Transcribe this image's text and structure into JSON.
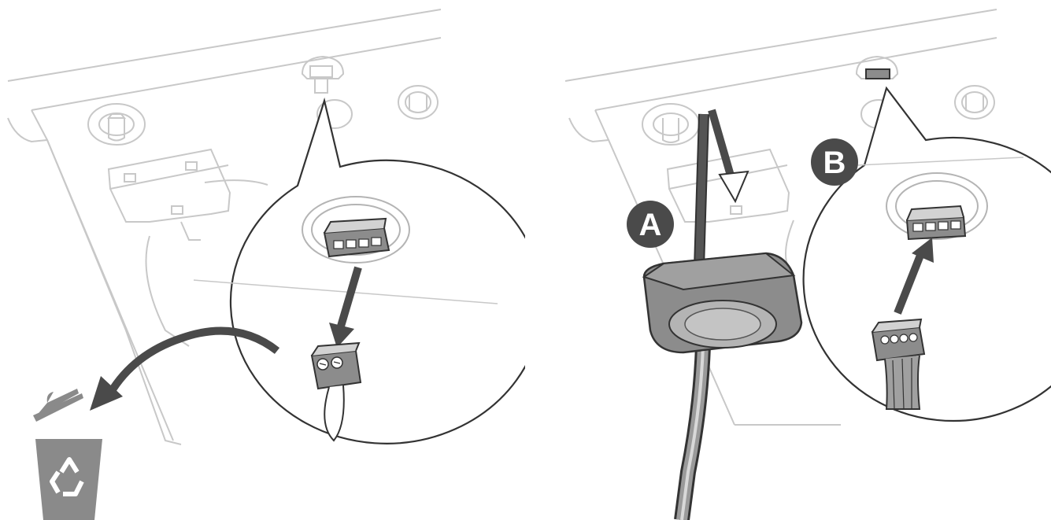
{
  "steps": [
    {
      "id": "remove-old-plug",
      "callouts": []
    },
    {
      "id": "install-sensor",
      "callouts": [
        {
          "id": "A",
          "label": "A"
        },
        {
          "id": "B",
          "label": "B"
        }
      ]
    }
  ],
  "colors": {
    "line_light": "#c8c8c8",
    "line_dark": "#333333",
    "part_grey": "#8c8c8c",
    "part_light": "#d2d2d2",
    "badge_fill": "#4a4a4a",
    "bin_fill": "#8a8a8a"
  },
  "icons": [
    "trash-bin-icon",
    "recycle-icon",
    "curved-arrow-icon",
    "down-arrow-icon",
    "up-arrow-icon"
  ]
}
